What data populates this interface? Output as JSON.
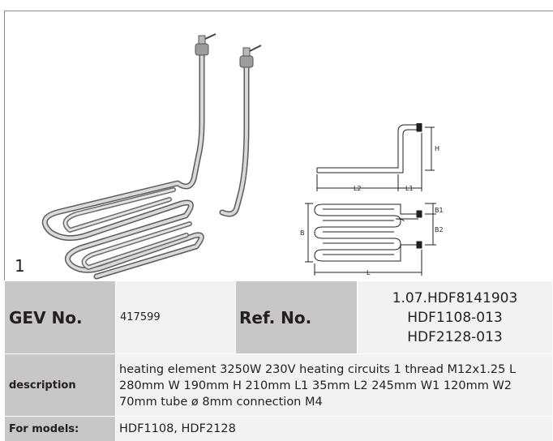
{
  "figure": {
    "number": "1",
    "dimension_labels": {
      "h": "H",
      "l2": "L2",
      "l1": "L1",
      "b": "B",
      "b1": "B1",
      "b2": "B2",
      "l": "L"
    }
  },
  "spec": {
    "gev_label": "GEV No.",
    "gev_value": "417599",
    "ref_label": "Ref. No.",
    "ref_values": [
      "1.07.HDF8141903",
      "HDF1108-013",
      "HDF2128-013"
    ],
    "description_label": "description",
    "description_value": "heating element  3250W 230V heating circuits 1 thread M12x1.25 L 280mm W 190mm H 210mm L1 35mm L2 245mm W1 120mm W2 70mm tube ø 8mm connection M4",
    "models_label": "For models:",
    "models_value": "HDF1108, HDF2128"
  }
}
